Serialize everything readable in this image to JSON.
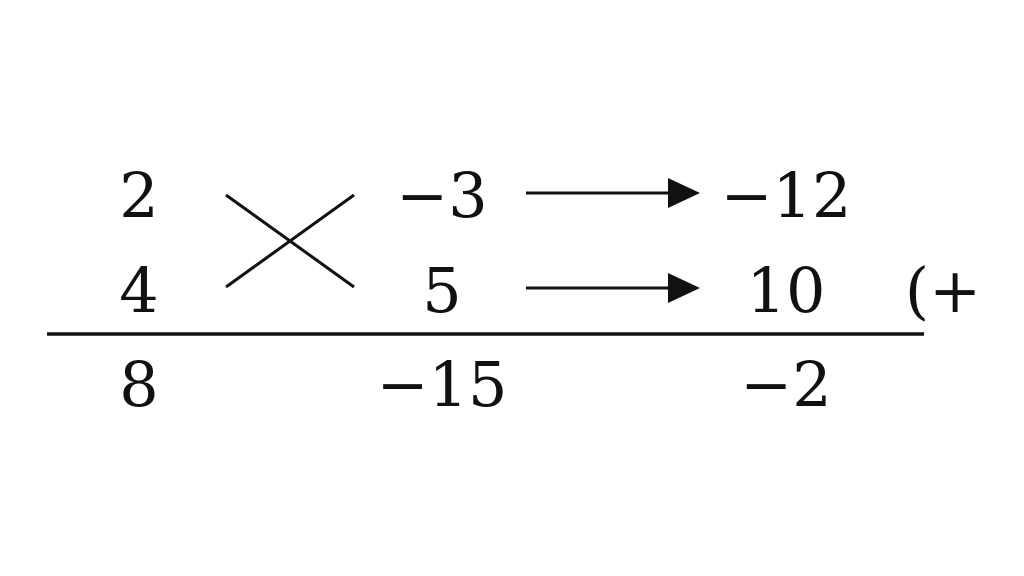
{
  "cross_multiplication": {
    "row1": {
      "left": "2",
      "middle": "−3",
      "result": "−12"
    },
    "row2": {
      "left": "4",
      "middle": "5",
      "result": "10",
      "operator": "(+"
    },
    "totals": {
      "left": "8",
      "middle": "−15",
      "result": "−2"
    }
  },
  "colors": {
    "ink": "#111111",
    "background": "#ffffff"
  }
}
